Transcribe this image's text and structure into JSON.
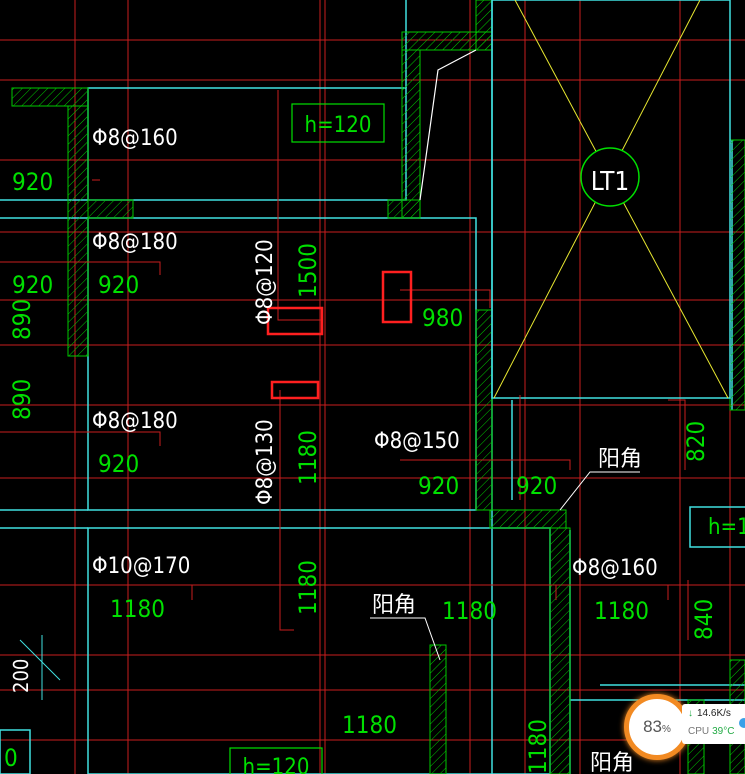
{
  "drawing": {
    "labels": {
      "phi8_160_a": "Φ8@160",
      "phi8_180_a": "Φ8@180",
      "phi8_180_b": "Φ8@180",
      "phi8_120": "Φ8@120",
      "phi8_130": "Φ8@130",
      "phi8_150": "Φ8@150",
      "phi10_170": "Φ10@170",
      "phi8_160_b": "Φ8@160",
      "lt1": "LT1",
      "yangjiao_a": "阳角",
      "yangjiao_b": "阳角",
      "yangjiao_c": "阳角",
      "h120_a": "h=120",
      "h120_b": "h=120",
      "h1_partial": "h=1"
    },
    "dims": {
      "d920_a": "920",
      "d920_b": "920",
      "d920_c": "920",
      "d920_d": "920",
      "d920_e": "920",
      "d920_f": "920",
      "d890_a": "890",
      "d890_b": "890",
      "d1500": "1500",
      "d980": "980",
      "d1180_a": "1180",
      "d1180_b": "1180",
      "d1180_c": "1180",
      "d1180_d": "1180",
      "d1180_e": "1180",
      "d1180_f": "1180",
      "d1180_g": "1180",
      "d820": "820",
      "d840": "840",
      "d200": "200",
      "d0": "0"
    }
  },
  "monitor": {
    "cpu_usage": "83",
    "cpu_unit": "%",
    "net_speed": "14.6K/s",
    "cpu_label": "CPU",
    "cpu_temp": "39°C"
  },
  "colors": {
    "background": "#000000",
    "grid_red": "#c81e1e",
    "wall_cyan": "#40e0e0",
    "text_green": "#00e000",
    "wall_hatch_green": "#00c800",
    "stair_yellow": "#e8e830",
    "highlight_red": "#ff2020"
  }
}
